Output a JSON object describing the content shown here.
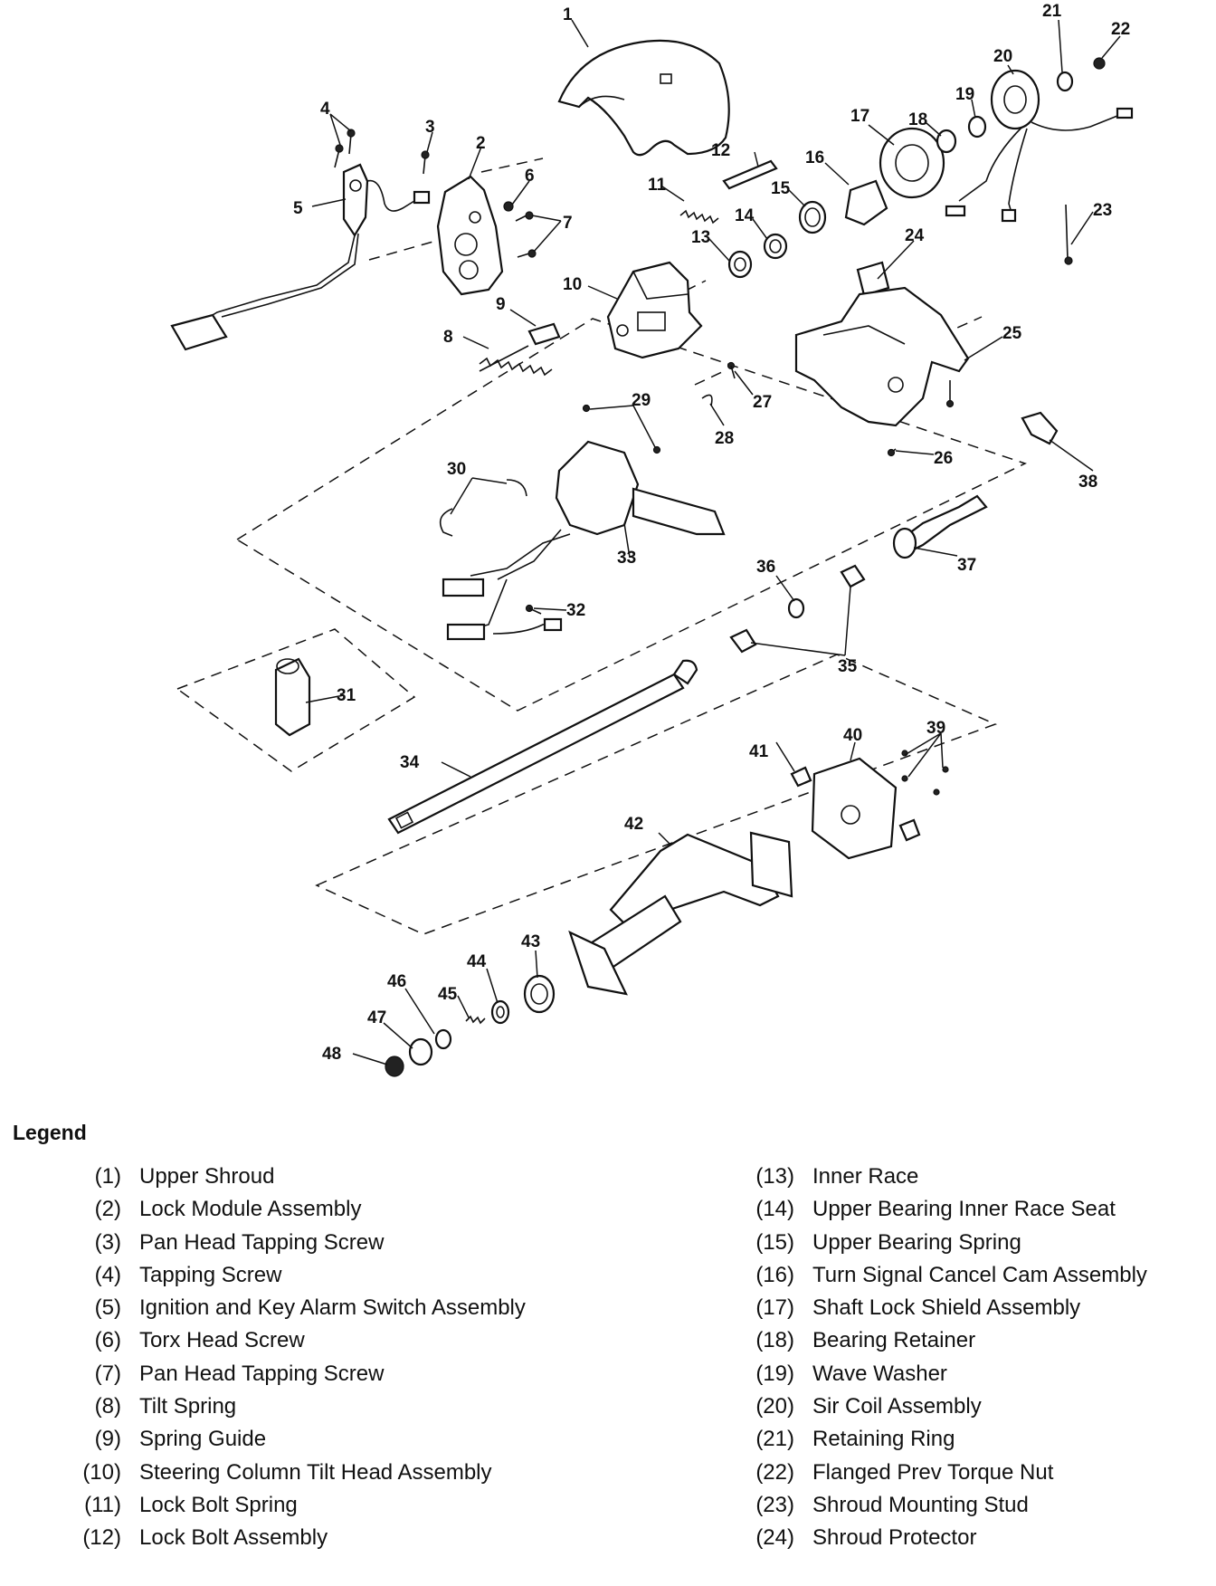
{
  "diagram": {
    "callouts": [
      "1",
      "2",
      "3",
      "4",
      "5",
      "6",
      "7",
      "8",
      "9",
      "10",
      "11",
      "12",
      "13",
      "14",
      "15",
      "16",
      "17",
      "18",
      "19",
      "20",
      "21",
      "22",
      "23",
      "24",
      "25",
      "26",
      "27",
      "28",
      "29",
      "30",
      "31",
      "32",
      "33",
      "34",
      "35",
      "36",
      "37",
      "38",
      "39",
      "40",
      "41",
      "42",
      "43",
      "44",
      "45",
      "46",
      "47",
      "48"
    ]
  },
  "legend": {
    "title": "Legend",
    "items": [
      {
        "num": "(1)",
        "label": "Upper Shroud"
      },
      {
        "num": "(2)",
        "label": "Lock Module Assembly"
      },
      {
        "num": "(3)",
        "label": "Pan Head Tapping Screw"
      },
      {
        "num": "(4)",
        "label": "Tapping Screw"
      },
      {
        "num": "(5)",
        "label": "Ignition and Key Alarm Switch Assembly"
      },
      {
        "num": "(6)",
        "label": "Torx Head Screw"
      },
      {
        "num": "(7)",
        "label": "Pan Head Tapping Screw"
      },
      {
        "num": "(8)",
        "label": "Tilt Spring"
      },
      {
        "num": "(9)",
        "label": "Spring Guide"
      },
      {
        "num": "(10)",
        "label": "Steering Column Tilt Head Assembly"
      },
      {
        "num": "(11)",
        "label": "Lock Bolt Spring"
      },
      {
        "num": "(12)",
        "label": "Lock Bolt Assembly"
      },
      {
        "num": "(13)",
        "label": "Inner Race"
      },
      {
        "num": "(14)",
        "label": "Upper Bearing Inner Race Seat"
      },
      {
        "num": "(15)",
        "label": "Upper Bearing Spring"
      },
      {
        "num": "(16)",
        "label": "Turn Signal Cancel Cam Assembly"
      },
      {
        "num": "(17)",
        "label": "Shaft Lock Shield Assembly"
      },
      {
        "num": "(18)",
        "label": "Bearing Retainer"
      },
      {
        "num": "(19)",
        "label": "Wave Washer"
      },
      {
        "num": "(20)",
        "label": "Sir Coil Assembly"
      },
      {
        "num": "(21)",
        "label": "Retaining Ring"
      },
      {
        "num": "(22)",
        "label": "Flanged Prev Torque Nut"
      },
      {
        "num": "(23)",
        "label": "Shroud Mounting Stud"
      },
      {
        "num": "(24)",
        "label": "Shroud Protector"
      }
    ]
  }
}
